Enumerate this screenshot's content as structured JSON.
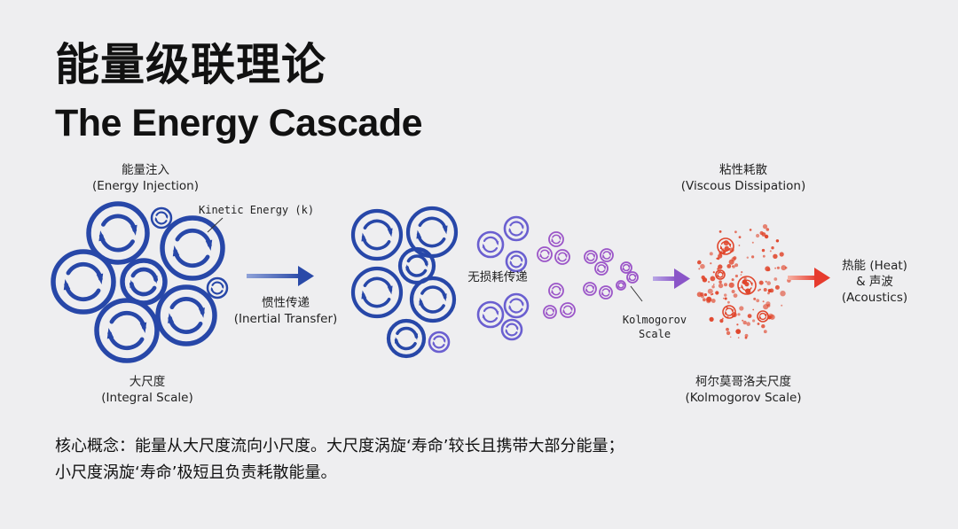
{
  "title": {
    "zh": "能量级联理论",
    "en": "The Energy Cascade"
  },
  "labels": {
    "injection_zh": "能量注入",
    "injection_en": "(Energy Injection)",
    "kinetic": "Kinetic Energy (k)",
    "transfer_zh": "惯性传递",
    "transfer_en": "(Inertial Transfer)",
    "lossless_zh": "无损耗传递",
    "integral_zh": "大尺度",
    "integral_en": "(Integral Scale)",
    "viscous_zh": "粘性耗散",
    "viscous_en": "(Viscous Dissipation)",
    "kolmogorov_line1": "Kolmogorov",
    "kolmogorov_line2": "Scale",
    "kolmogorov_scale_zh": "柯尔莫哥洛夫尺度",
    "kolmogorov_scale_en": "(Kolmogorov Scale)",
    "heat_line1": "热能 (Heat)",
    "heat_line2": "& 声波",
    "heat_line3": "(Acoustics)"
  },
  "core_concept": {
    "line1": "核心概念：能量从大尺度流向小尺度。大尺度涡旋‘寿命’较长且携带大部分能量；",
    "line2": "小尺度涡旋‘寿命’极短且负责耗散能量。"
  },
  "colors": {
    "large_eddy": "#2747a8",
    "mid_eddy": "#6a5fd0",
    "small_eddy": "#9b55c8",
    "dissipation": "#e0452b",
    "heat_arrow": "#ef4a3a"
  }
}
